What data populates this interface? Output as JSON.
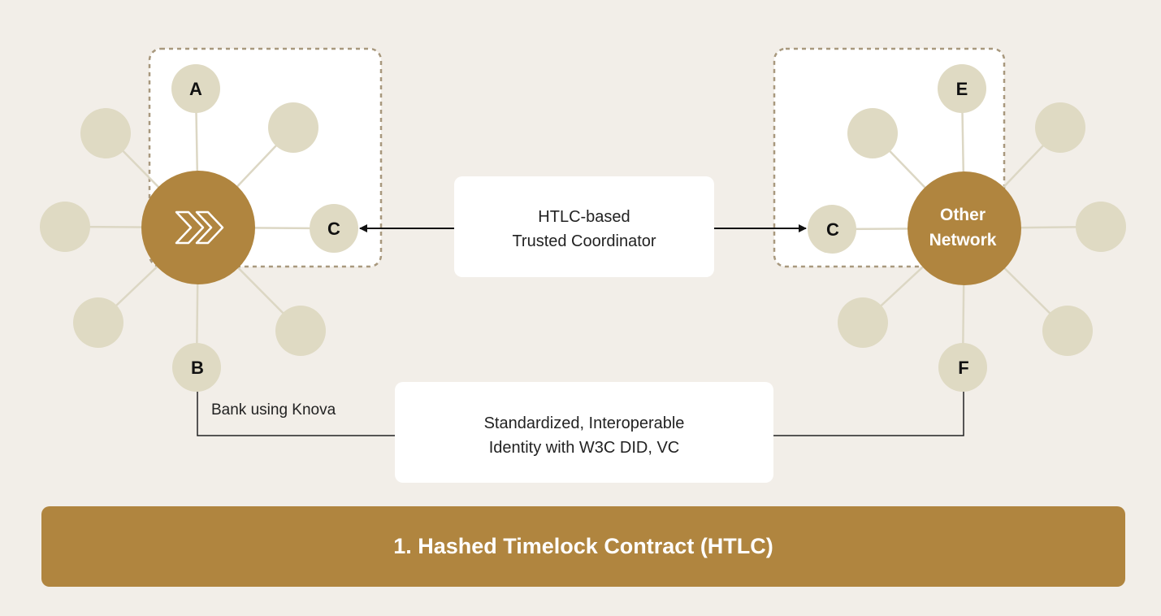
{
  "colors": {
    "background": "#f2eee8",
    "hub": "#b0853f",
    "node": "#dfdac3",
    "line": "#dcd7c4",
    "dashed_border": "#a8987d",
    "arrow": "#111111",
    "banner": "#b0853f"
  },
  "left_network": {
    "hub_icon": "knova-logo-icon",
    "node_top": "A",
    "node_right": "C",
    "node_bottom": "B",
    "bottom_caption": "Bank using Knova"
  },
  "right_network": {
    "hub_line1": "Other",
    "hub_line2": "Network",
    "node_top": "E",
    "node_left": "C",
    "node_bottom": "F"
  },
  "coordinator_box": {
    "line1": "HTLC-based",
    "line2": "Trusted Coordinator"
  },
  "identity_box": {
    "line1": "Standardized, Interoperable",
    "line2": "Identity with W3C DID, VC"
  },
  "footer": {
    "title": "1. Hashed Timelock Contract (HTLC)"
  }
}
